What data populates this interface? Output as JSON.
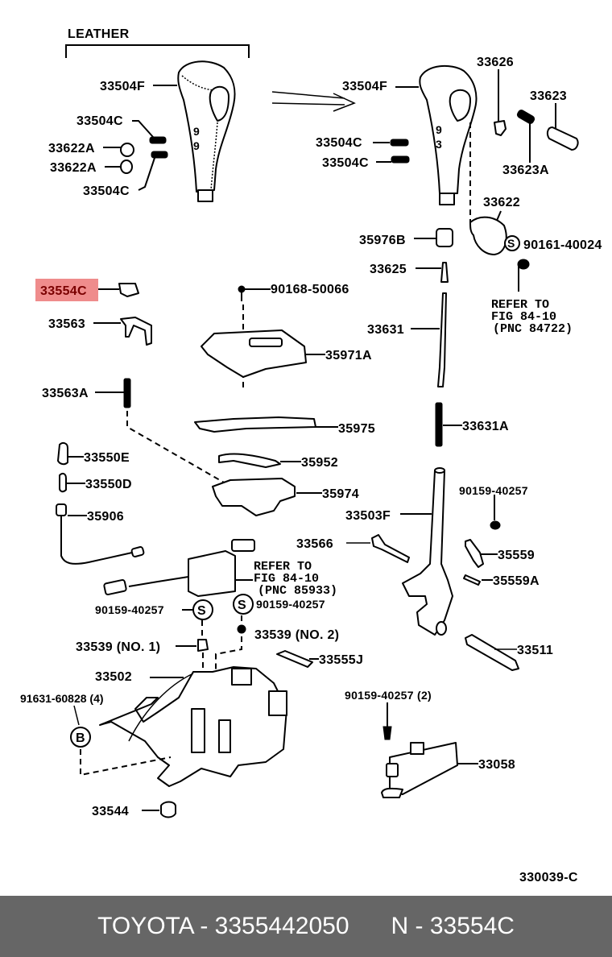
{
  "diagram": {
    "group_label": "LEATHER",
    "figure_code": "330039-C",
    "highlight_color": "#ef8c8c",
    "highlighted_part": "33554C",
    "labels": {
      "p33504F_a": "33504F",
      "p33504C_a1": "33504C",
      "p33622A_1": "33622A",
      "p33622A_2": "33622A",
      "p33504C_a2": "33504C",
      "p33504F_b": "33504F",
      "p33504C_b1": "33504C",
      "p33504C_b2": "33504C",
      "p33626": "33626",
      "p33623": "33623",
      "p33623A": "33623A",
      "p33622": "33622",
      "p35976B": "35976B",
      "p90161_40024": "90161-40024",
      "p33625": "33625",
      "p33554C": "33554C",
      "p90168_50066": "90168-50066",
      "p33563": "33563",
      "p33631": "33631",
      "p35971A": "35971A",
      "p33563A": "33563A",
      "p35975": "35975",
      "p33631A": "33631A",
      "p33550E": "33550E",
      "p35952": "35952",
      "p33550D": "33550D",
      "p35974": "35974",
      "p90159_40257_a": "90159-40257",
      "p35906": "35906",
      "p33503F": "33503F",
      "p33566": "33566",
      "p35559": "35559",
      "p35559A": "35559A",
      "p90159_40257_b": "90159-40257",
      "p90159_40257_c": "90159-40257",
      "p33539_1": "33539 (NO. 1)",
      "p33539_2": "33539 (NO. 2)",
      "p33511": "33511",
      "p33555J": "33555J",
      "p33502": "33502",
      "p91631_60828": "91631-60828 (4)",
      "p90159_40257_2": "90159-40257 (2)",
      "p33058": "33058",
      "p33544": "33544"
    },
    "refer_notes": {
      "note1": [
        "REFER TO",
        "FIG 84-10",
        "(PNC 84722)"
      ],
      "note2": [
        "REFER TO",
        "FIG 84-10",
        "(PNC 85933)"
      ]
    },
    "symbols": {
      "s": "S",
      "b": "B"
    }
  },
  "footer": {
    "brand_part": "TOYOTA - 3355442050",
    "ref": "N - 33554C"
  }
}
